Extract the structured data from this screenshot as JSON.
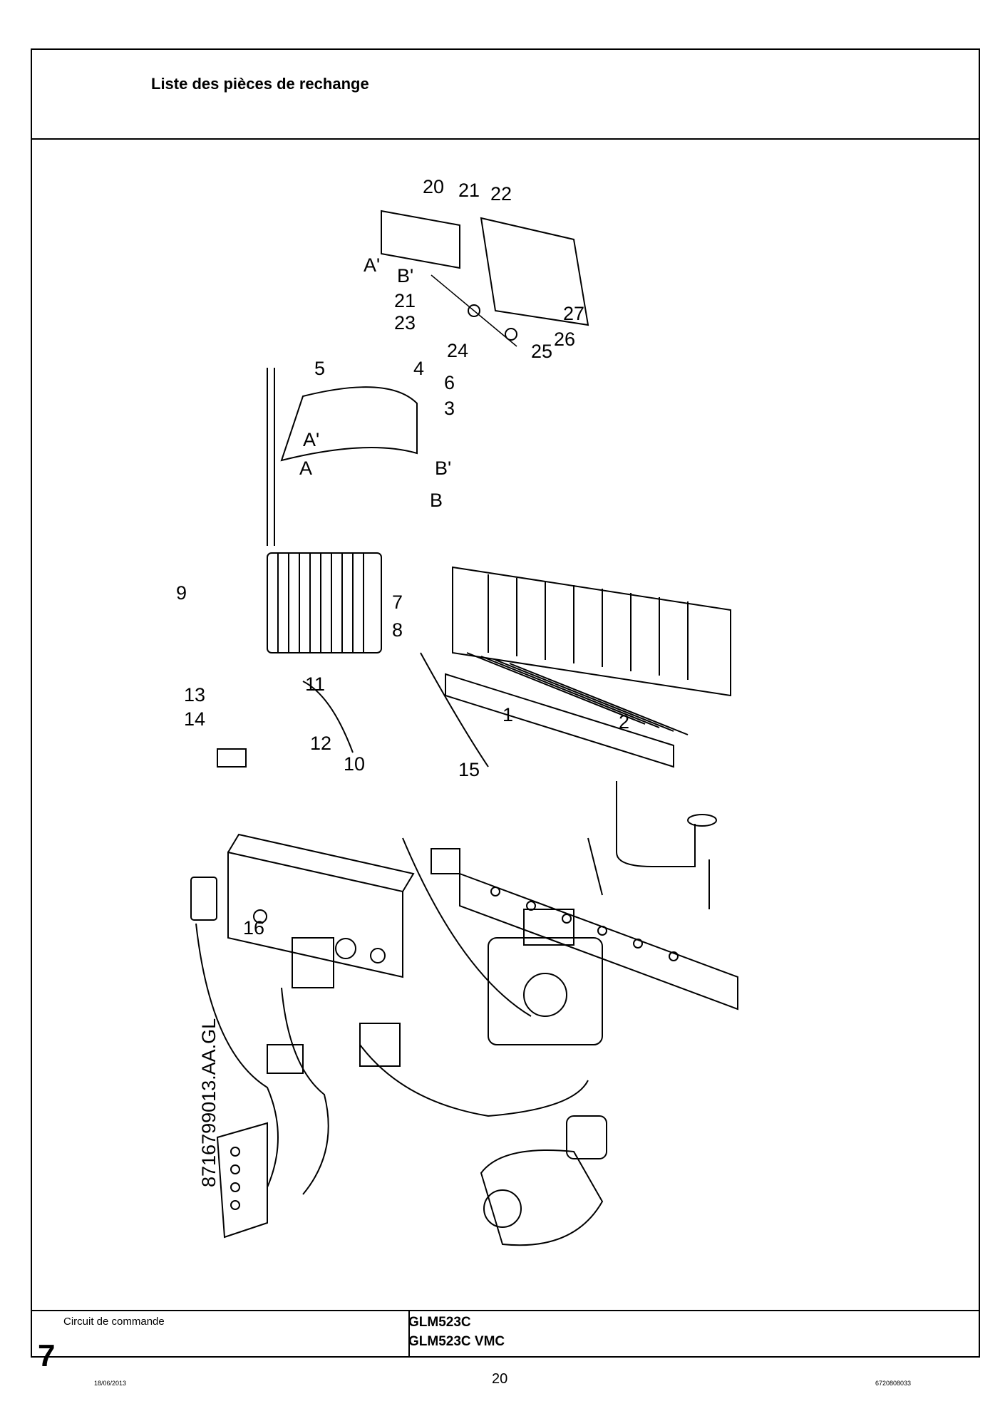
{
  "header": {
    "title": "Liste des pièces de rechange"
  },
  "drawing": {
    "reference": "8716799013.AA.GL",
    "callouts": [
      "20",
      "21",
      "22",
      "A'",
      "B'",
      "21",
      "23",
      "24",
      "27",
      "26",
      "25",
      "5",
      "4",
      "6",
      "3",
      "A'",
      "A",
      "B'",
      "B",
      "9",
      "7",
      "8",
      "13",
      "11",
      "14",
      "12",
      "1",
      "2",
      "10",
      "15",
      "16"
    ]
  },
  "footer_box": {
    "section_label": "Circuit de commande",
    "section_number": "7",
    "models": [
      "GLM523C",
      "GLM523C VMC"
    ]
  },
  "page": {
    "date": "18/06/2013",
    "number": "20",
    "doc_code": "6720808033"
  }
}
